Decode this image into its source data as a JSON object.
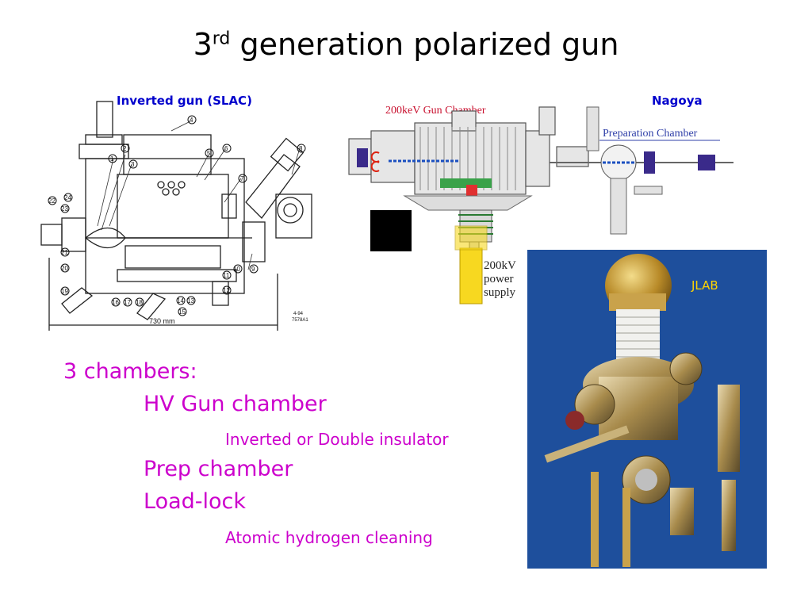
{
  "slide": {
    "title_prefix": "3",
    "title_sup": "rd",
    "title_rest": " generation polarized gun"
  },
  "captions": {
    "slac": "Inverted gun (SLAC)",
    "nagoya": "Nagoya",
    "jlab": "JLAB"
  },
  "slac_figure": {
    "dimension_label": "730 mm",
    "ref_code_1": "4-94",
    "ref_code_2": "7578A1",
    "part_numbers": [
      "1",
      "2",
      "3",
      "4",
      "5",
      "6",
      "7",
      "8",
      "9",
      "10",
      "11",
      "12",
      "13",
      "14",
      "15",
      "16",
      "17",
      "18",
      "19",
      "20",
      "21",
      "22",
      "23",
      "24"
    ]
  },
  "nagoya_figure": {
    "gun_chamber_label": "200keV Gun Chamber",
    "prep_chamber_label": "Preparation Chamber",
    "power_supply_line1": "200kV",
    "power_supply_line2": "power",
    "power_supply_line3": "supply"
  },
  "bullets": {
    "line1": "3 chambers:",
    "line2": "HV Gun chamber",
    "line3": "Inverted or Double insulator",
    "line4": "Prep chamber",
    "line5": "Load-lock",
    "line6": "Atomic hydrogen cleaning"
  },
  "colors": {
    "caption_blue": "#0000cc",
    "bullet_magenta": "#cc00cc",
    "photo_bg": "#1e4f9c",
    "gun_label_red": "#c8102e",
    "prep_label_blue": "#2f3fa8"
  }
}
